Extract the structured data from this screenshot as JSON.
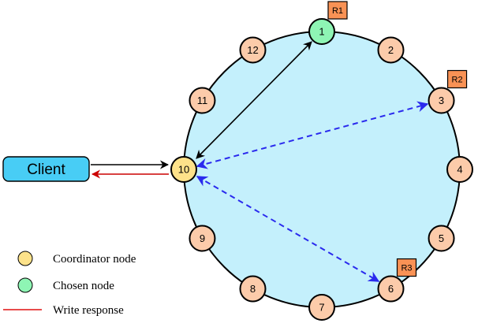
{
  "client": {
    "label": "Client"
  },
  "ring": {
    "nodes": [
      {
        "id": "1",
        "label": "1",
        "role": "chosen"
      },
      {
        "id": "2",
        "label": "2",
        "role": "normal"
      },
      {
        "id": "3",
        "label": "3",
        "role": "normal"
      },
      {
        "id": "4",
        "label": "4",
        "role": "normal"
      },
      {
        "id": "5",
        "label": "5",
        "role": "normal"
      },
      {
        "id": "6",
        "label": "6",
        "role": "normal"
      },
      {
        "id": "7",
        "label": "7",
        "role": "normal"
      },
      {
        "id": "8",
        "label": "8",
        "role": "normal"
      },
      {
        "id": "9",
        "label": "9",
        "role": "normal"
      },
      {
        "id": "10",
        "label": "10",
        "role": "coordinator"
      },
      {
        "id": "11",
        "label": "11",
        "role": "normal"
      },
      {
        "id": "12",
        "label": "12",
        "role": "normal"
      }
    ],
    "replicas": [
      {
        "label": "R1",
        "node": "1"
      },
      {
        "label": "R2",
        "node": "3"
      },
      {
        "label": "R3",
        "node": "6"
      }
    ]
  },
  "edges": [
    {
      "from": "client",
      "to": "10",
      "style": "write-request",
      "color": "#000000"
    },
    {
      "from": "10",
      "to": "client",
      "style": "write-response",
      "color": "#cc0000"
    },
    {
      "from": "10",
      "to": "1",
      "style": "bidirectional-solid",
      "color": "#000000"
    },
    {
      "from": "10",
      "to": "3",
      "style": "bidirectional-dashed",
      "color": "#2a2aee"
    },
    {
      "from": "10",
      "to": "6",
      "style": "bidirectional-dashed",
      "color": "#2a2aee"
    }
  ],
  "legend": [
    {
      "kind": "coordinator",
      "label": "Coordinator node",
      "color": "#fde28a"
    },
    {
      "kind": "chosen",
      "label": "Chosen node",
      "color": "#8ef5b4"
    },
    {
      "kind": "write-response",
      "label": "Write response",
      "color": "#e01010"
    }
  ],
  "colors": {
    "ring_fill": "#c4f0fc",
    "node_fill": "#fccbaa",
    "coordinator_fill": "#fde28a",
    "chosen_fill": "#8ef5b4",
    "replica_fill": "#f99255",
    "client_fill": "#48cdf5"
  }
}
